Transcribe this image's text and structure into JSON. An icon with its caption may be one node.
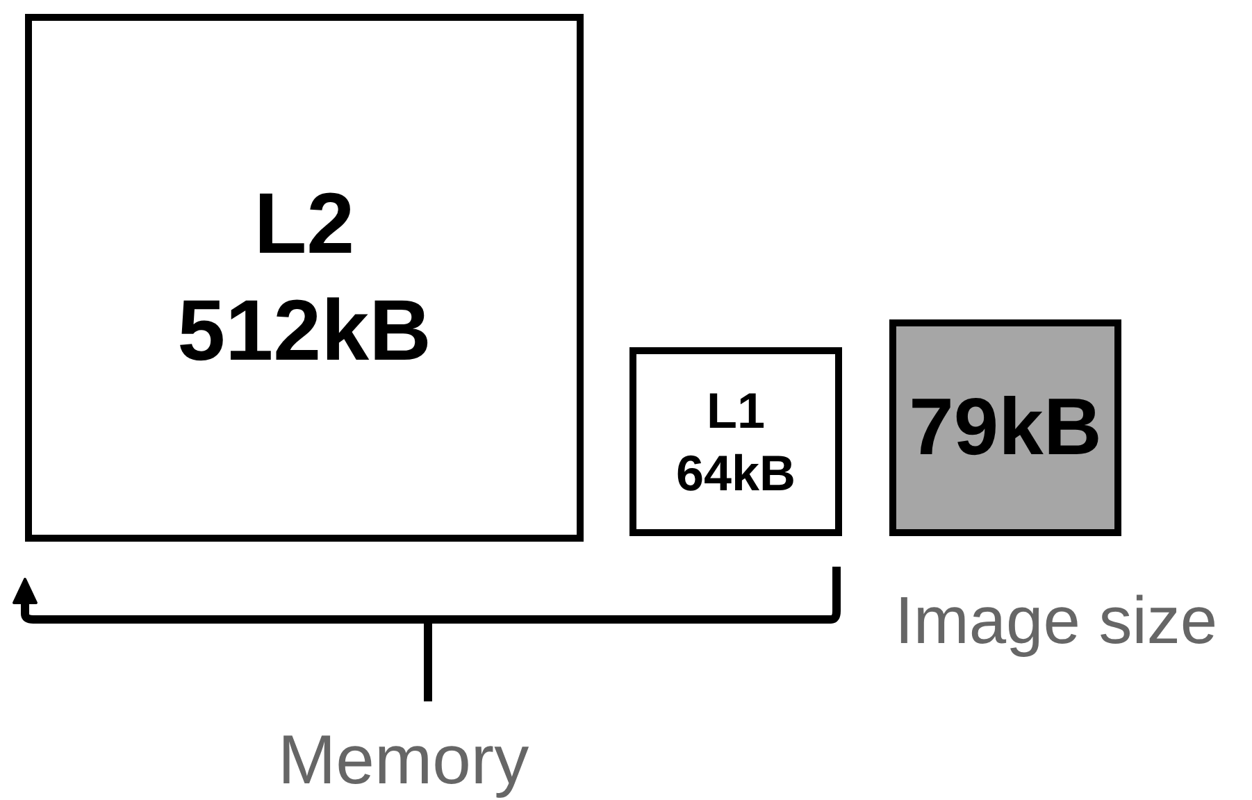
{
  "diagram": {
    "nodes": [
      {
        "text": [
          "L2",
          "512kB"
        ]
      },
      {
        "text": [
          "L1",
          "64kB"
        ]
      },
      {
        "text": [
          "79kB"
        ],
        "beside": [
          "Image size"
        ]
      }
    ],
    "labels": [
      "Memory"
    ]
  }
}
